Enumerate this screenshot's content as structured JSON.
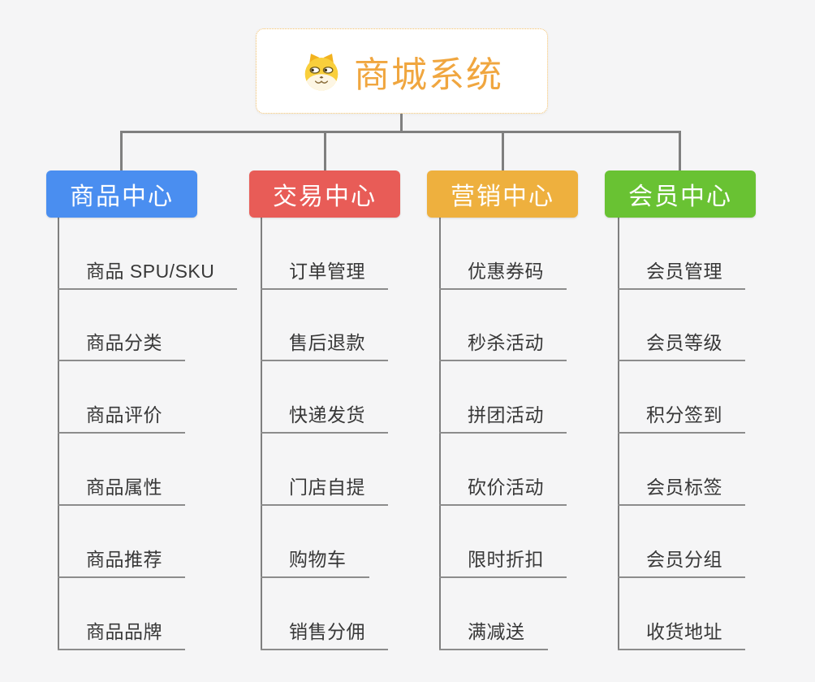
{
  "root": {
    "title": "商城系统",
    "icon": "dog-face-icon"
  },
  "branches": [
    {
      "label": "商品中心",
      "color": "#4a8ef0",
      "children": [
        "商品 SPU/SKU",
        "商品分类",
        "商品评价",
        "商品属性",
        "商品推荐",
        "商品品牌"
      ]
    },
    {
      "label": "交易中心",
      "color": "#e85c57",
      "children": [
        "订单管理",
        "售后退款",
        "快递发货",
        "门店自提",
        "购物车",
        "销售分佣"
      ]
    },
    {
      "label": "营销中心",
      "color": "#eeb03e",
      "children": [
        "优惠券码",
        "秒杀活动",
        "拼团活动",
        "砍价活动",
        "限时折扣",
        "满减送"
      ]
    },
    {
      "label": "会员中心",
      "color": "#69c233",
      "children": [
        "会员管理",
        "会员等级",
        "积分签到",
        "会员标签",
        "会员分组",
        "收货地址"
      ]
    }
  ],
  "colors": {
    "background": "#f5f5f6",
    "connector": "#7f7f7f",
    "leaf_underline": "#8c8c8c",
    "leaf_text": "#383838",
    "root_text": "#f0a63f",
    "root_border": "#f3c06a"
  }
}
